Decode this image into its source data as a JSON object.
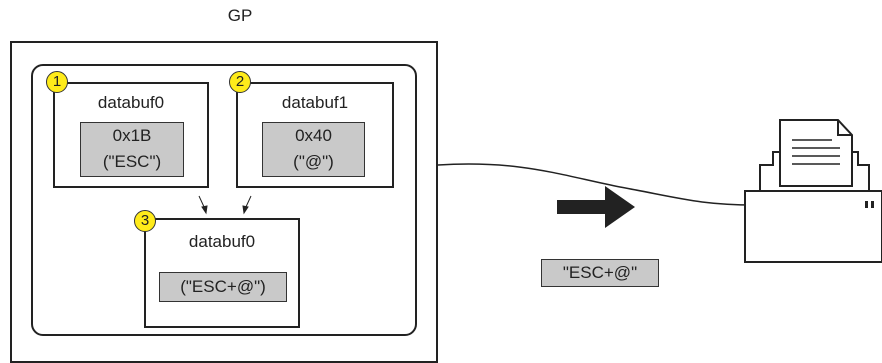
{
  "diagram": {
    "gp_label": "GP",
    "buffers": [
      {
        "badge": "1",
        "title": "databuf0",
        "lines": [
          "0x1B",
          "(\"ESC\")"
        ]
      },
      {
        "badge": "2",
        "title": "databuf1",
        "lines": [
          "0x40",
          "(\"@\")"
        ]
      },
      {
        "badge": "3",
        "title": "databuf0",
        "lines": [
          "(\"ESC+@\")"
        ]
      }
    ],
    "output_packet": "\"ESC+@\"",
    "icons": [
      "arrow-right-icon",
      "printer-icon"
    ],
    "colors": {
      "badge": "#ffeb1a",
      "value_box": "#c9c9c9",
      "stroke": "#222222"
    }
  }
}
